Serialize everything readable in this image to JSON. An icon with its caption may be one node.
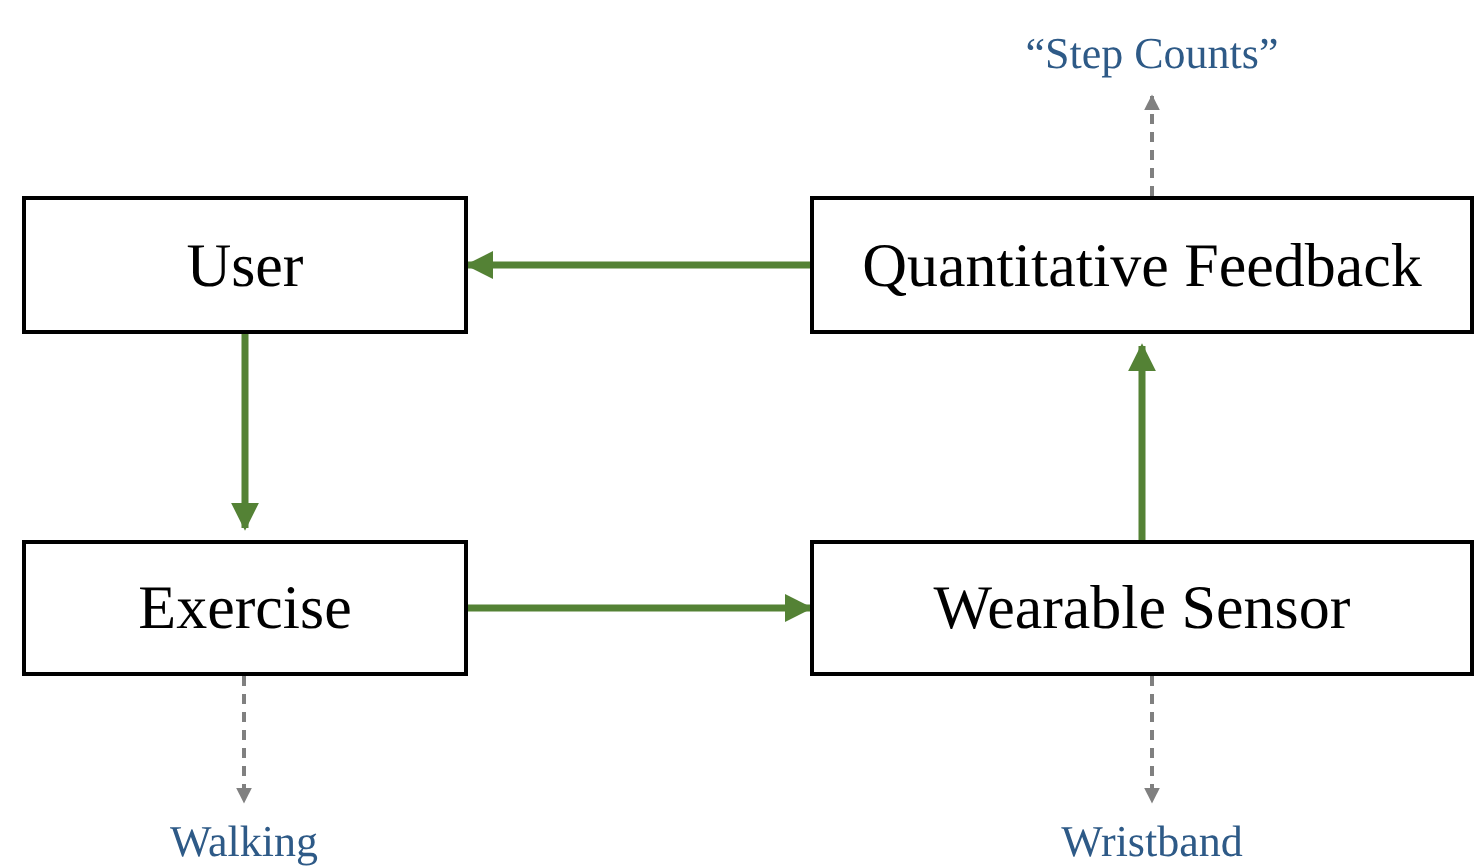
{
  "diagram": {
    "nodes": [
      {
        "text": [
          "User"
        ]
      },
      {
        "text": [
          "Quantitative Feedback"
        ]
      },
      {
        "text": [
          "Exercise"
        ]
      },
      {
        "text": [
          "Wearable Sensor"
        ]
      },
      {
        "text": [
          "“Step Counts”"
        ]
      },
      {
        "text": [
          "Walking"
        ]
      },
      {
        "text": [
          "Wristband"
        ]
      }
    ],
    "edges": [
      {
        "from": 1,
        "to": 0,
        "arrow": "to"
      },
      {
        "from": 0,
        "to": 2,
        "arrow": "to"
      },
      {
        "from": 2,
        "to": 3,
        "arrow": "to"
      },
      {
        "from": 3,
        "to": 1,
        "arrow": "to"
      },
      {
        "from": 1,
        "to": 4,
        "arrow": "to",
        "style": "dashed",
        "color": "#808080"
      },
      {
        "from": 2,
        "to": 5,
        "arrow": "to",
        "style": "dashed",
        "color": "#808080"
      },
      {
        "from": 3,
        "to": 6,
        "arrow": "to",
        "style": "dashed",
        "color": "#808080"
      }
    ]
  }
}
